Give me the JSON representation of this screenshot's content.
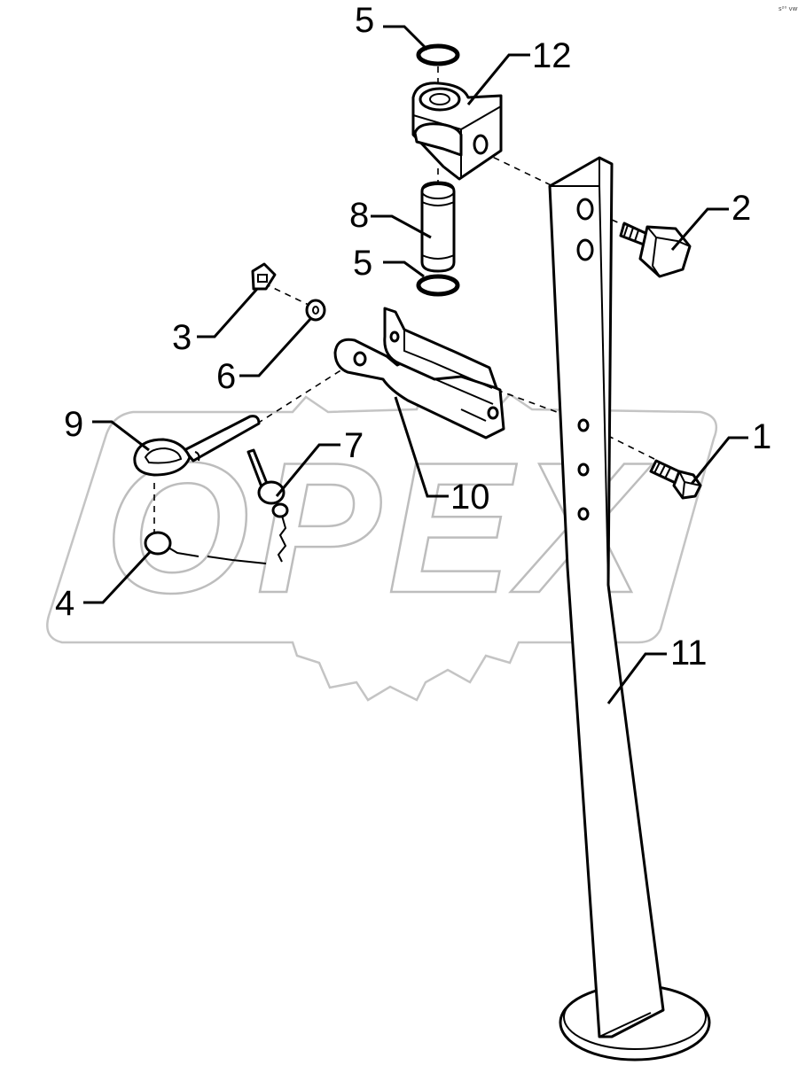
{
  "watermark": {
    "text": "OPEX"
  },
  "corner_mark": "s²⁰ vwvᵉ",
  "callouts": [
    {
      "id": "5a",
      "label": "5"
    },
    {
      "id": "12",
      "label": "12"
    },
    {
      "id": "8",
      "label": "8"
    },
    {
      "id": "5b",
      "label": "5"
    },
    {
      "id": "2",
      "label": "2"
    },
    {
      "id": "3",
      "label": "3"
    },
    {
      "id": "6",
      "label": "6"
    },
    {
      "id": "9",
      "label": "9"
    },
    {
      "id": "7",
      "label": "7"
    },
    {
      "id": "10",
      "label": "10"
    },
    {
      "id": "1",
      "label": "1"
    },
    {
      "id": "4",
      "label": "4"
    },
    {
      "id": "11",
      "label": "11"
    }
  ],
  "parts": [
    {
      "callout": "1",
      "name": "bolt"
    },
    {
      "callout": "2",
      "name": "hex-bolt"
    },
    {
      "callout": "3",
      "name": "square-nut"
    },
    {
      "callout": "4",
      "name": "ring"
    },
    {
      "callout": "5",
      "name": "o-ring"
    },
    {
      "callout": "6",
      "name": "washer"
    },
    {
      "callout": "7",
      "name": "linch-pin-with-chain"
    },
    {
      "callout": "8",
      "name": "pin"
    },
    {
      "callout": "9",
      "name": "handle-pin"
    },
    {
      "callout": "10",
      "name": "bracket"
    },
    {
      "callout": "11",
      "name": "stand-leg"
    },
    {
      "callout": "12",
      "name": "clevis"
    }
  ]
}
